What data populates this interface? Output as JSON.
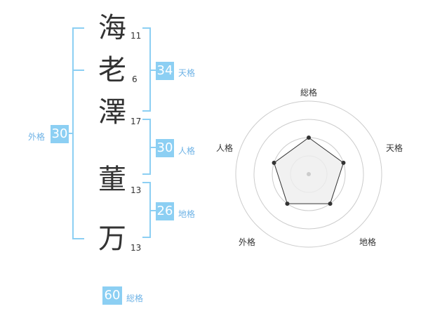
{
  "name_chars": [
    {
      "char": "海",
      "strokes": "11"
    },
    {
      "char": "老",
      "strokes": "6"
    },
    {
      "char": "澤",
      "strokes": "17"
    },
    {
      "char": "董",
      "strokes": "13"
    },
    {
      "char": "万",
      "strokes": "13"
    }
  ],
  "fortune": {
    "tenkaku": {
      "value": "34",
      "label": "天格"
    },
    "jinkaku": {
      "value": "30",
      "label": "人格"
    },
    "chikaku": {
      "value": "26",
      "label": "地格"
    },
    "gaikaku": {
      "value": "30",
      "label": "外格"
    },
    "soukaku": {
      "value": "60",
      "label": "総格"
    }
  },
  "radar": {
    "axes": [
      "総格",
      "天格",
      "地格",
      "外格",
      "人格"
    ],
    "levels": 4,
    "values": [
      2,
      2,
      2,
      2,
      2
    ],
    "colors": {
      "bracket": "#8ccff3",
      "badge": "#8ccff3",
      "grid": "#cccccc",
      "polygon_fill": "#eeeeee",
      "polygon_stroke": "#333333"
    }
  }
}
